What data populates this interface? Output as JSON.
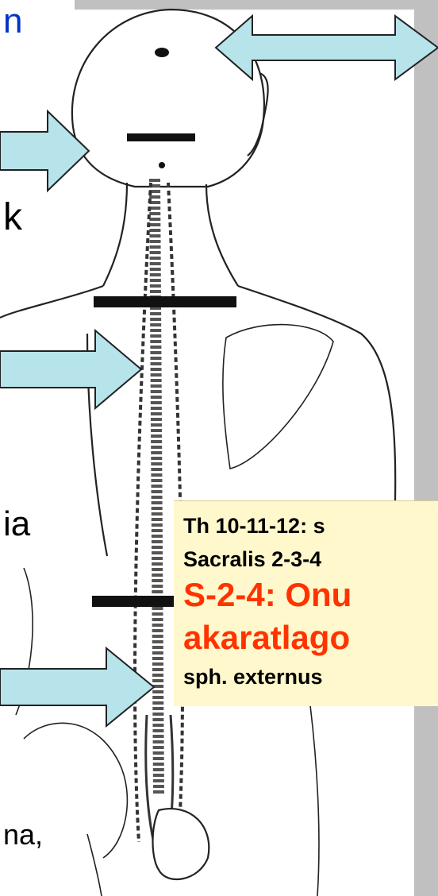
{
  "left_labels": {
    "top_fragment": "n",
    "k_fragment": "k",
    "ia_fragment": "ia",
    "na_fragment": "na,"
  },
  "callout": {
    "line1": "Th 10-11-12: s",
    "line2": "Sacralis 2-3-4",
    "line3": "S-2-4: Onu",
    "line4": "akaratlago",
    "line5": "sph. externus"
  },
  "colors": {
    "arrow_fill": "#b7e3ea",
    "callout_bg": "#fff8cc",
    "highlight_red": "#ff3300",
    "blue_text": "#0033cc",
    "frame_gray": "#c0c0c0"
  }
}
